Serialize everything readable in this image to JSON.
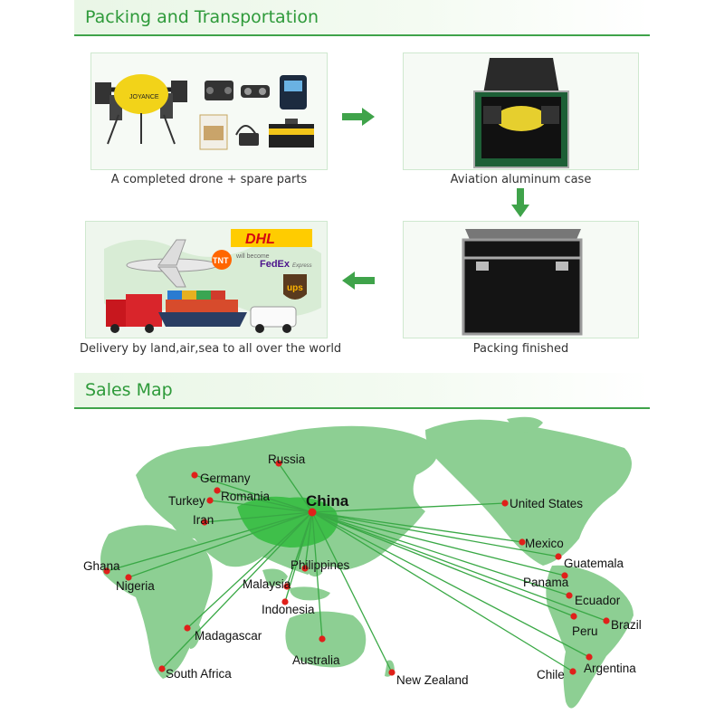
{
  "packing_section": {
    "title": "Packing and Transportation",
    "steps": [
      {
        "caption": "A completed drone + spare parts"
      },
      {
        "caption": "Aviation aluminum case"
      },
      {
        "caption": "Packing finished"
      },
      {
        "caption": "Delivery by land,air,sea to all over the world"
      }
    ],
    "carriers": {
      "dhl": "DHL",
      "tnt": "TNT",
      "will_become": "will become",
      "fedex": "FedEx",
      "fedex_sub": "Express",
      "ups": "ups"
    },
    "drone_brand": "JOYANCE"
  },
  "sales_section": {
    "title": "Sales Map",
    "hub": "China",
    "destinations": [
      "Russia",
      "Germany",
      "Romania",
      "Turkey",
      "Iran",
      "Ghana",
      "Nigeria",
      "Malaysia",
      "Philippines",
      "Indonesia",
      "Madagascar",
      "South Africa",
      "Australia",
      "New Zealand",
      "United States",
      "Mexico",
      "Guatemala",
      "Panama",
      "Ecuador",
      "Peru",
      "Brazil",
      "Chile",
      "Argentina"
    ]
  },
  "colors": {
    "accent": "#2e9a3a",
    "map_land": "#8dcf93",
    "china_land": "#3fbf4a",
    "dot": "#e0201a",
    "route": "#39a845"
  }
}
